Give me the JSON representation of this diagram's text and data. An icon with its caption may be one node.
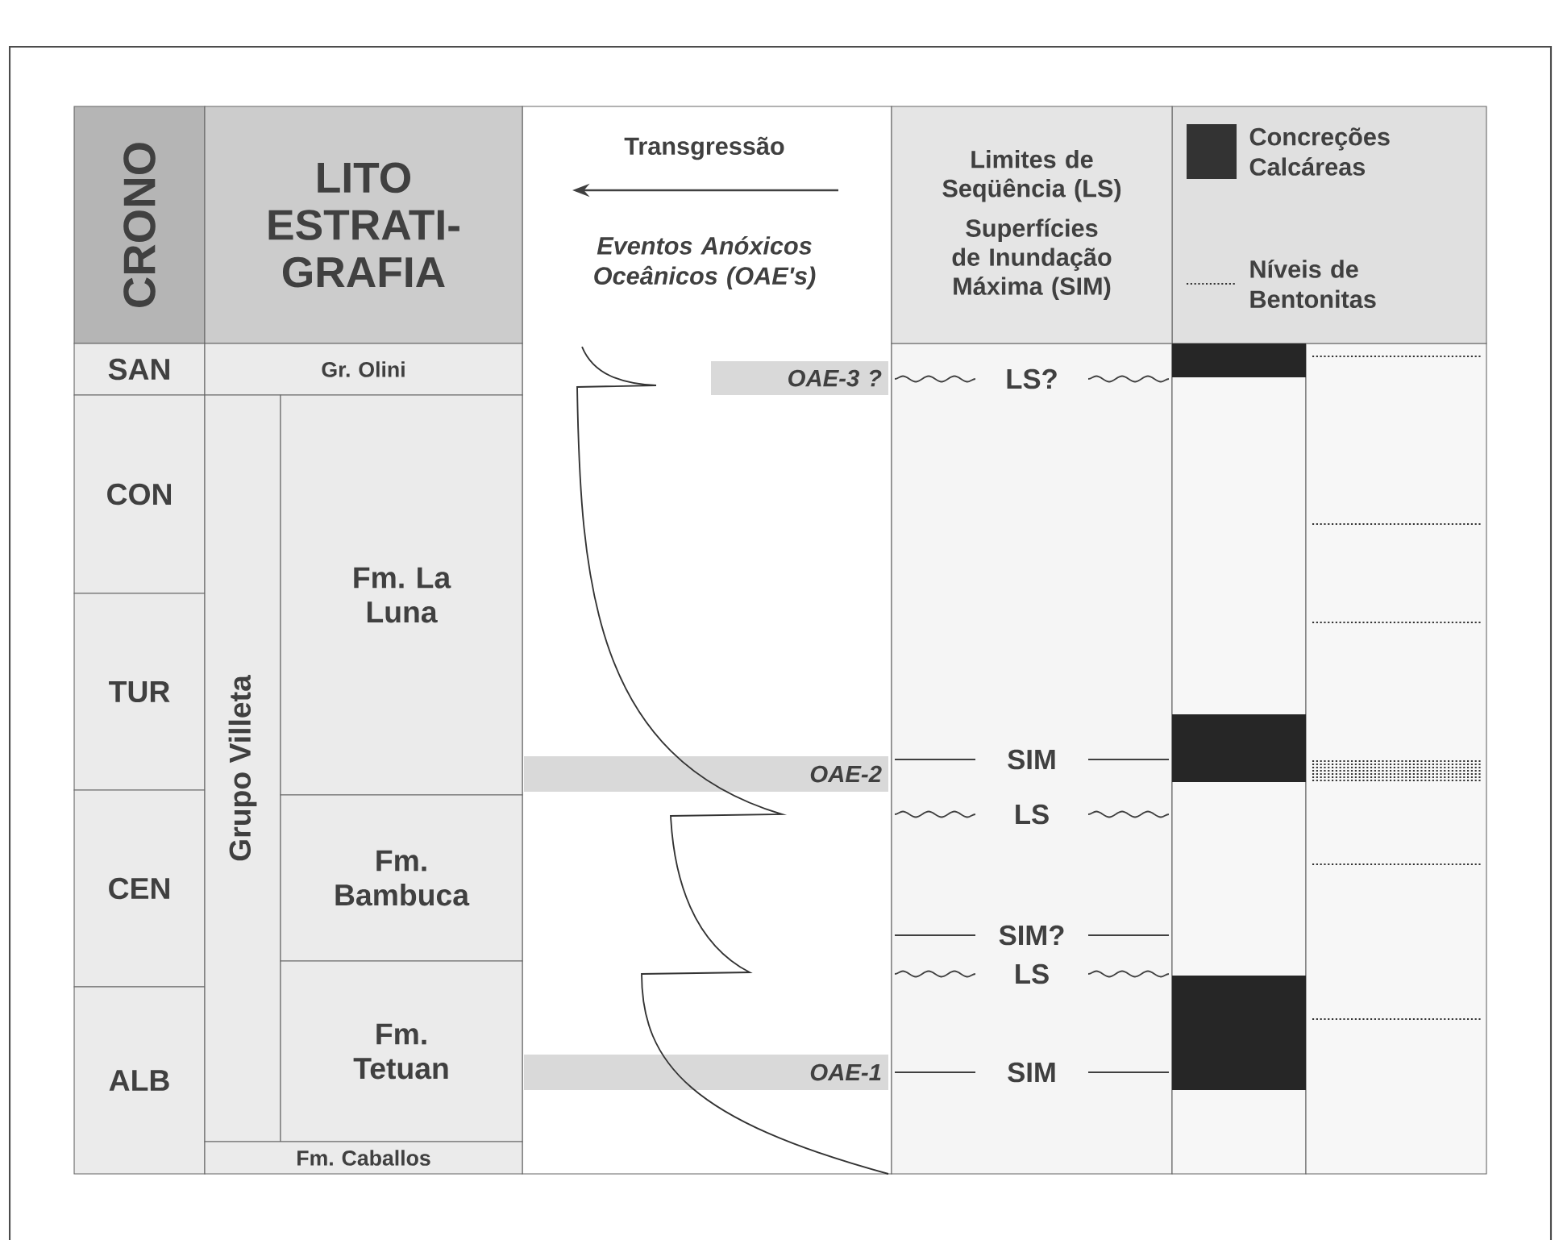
{
  "diagram": {
    "nodes": [
      {
        "text": [
          "CRONO"
        ]
      },
      {
        "text": [
          "LITO ESTRATI- GRAFIA"
        ]
      },
      {
        "text": [
          "Limites de Seqüência (LS)",
          "Superfícies de Inundação Máxima (SIM)"
        ]
      },
      {
        "text": [
          "SAN"
        ]
      },
      {
        "text": [
          "CON"
        ]
      },
      {
        "text": [
          "TUR"
        ]
      },
      {
        "text": [
          "CEN"
        ]
      },
      {
        "text": [
          "ALB"
        ]
      },
      {
        "text": [
          "Gr. Olini"
        ]
      },
      {
        "text": [
          "Grupo Villeta"
        ]
      },
      {
        "text": [
          "Fm. La Luna"
        ]
      },
      {
        "text": [
          "Fm. Bambuca"
        ]
      },
      {
        "text": [
          "Fm. Tetuan"
        ]
      },
      {
        "text": [
          "Fm. Caballos"
        ]
      },
      {
        "text": [
          "OAE-3  ?"
        ]
      },
      {
        "text": [
          "OAE-2"
        ]
      },
      {
        "text": [
          "OAE-1"
        ]
      },
      {
        "text": [],
        "shape": "box"
      },
      {
        "text": [],
        "shape": "box"
      },
      {
        "text": [],
        "shape": "box"
      }
    ],
    "labels": [
      "Transgressão",
      "Eventos Anóxicos Oceânicos (OAE's)",
      "LS?",
      "SIM",
      "LS",
      "SIM?",
      "LS",
      "SIM"
    ],
    "legend": [
      {
        "text": "Concreções Calcáreas",
        "color": "#333333"
      },
      {
        "text": "Níveis de Bentonitas"
      }
    ]
  }
}
